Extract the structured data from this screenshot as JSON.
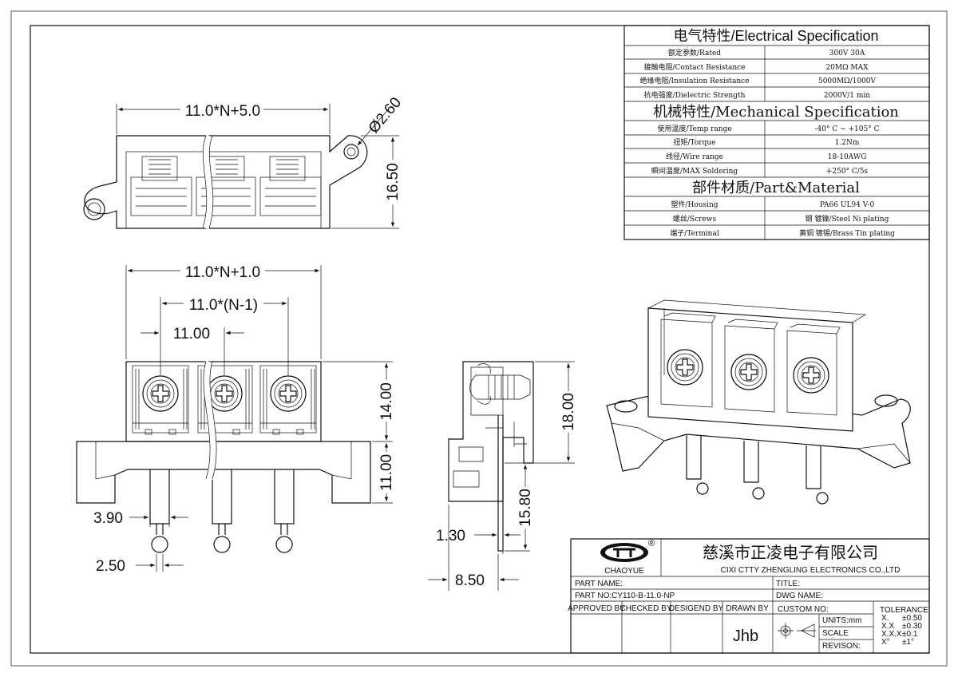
{
  "spec": {
    "electrical_title": "电气特性/Electrical Specification",
    "electrical": [
      {
        "label": "额定参数/Rated",
        "value": "300V   30A"
      },
      {
        "label": "接触电阻/Contact Resistance",
        "value": "20MΩ MAX"
      },
      {
        "label": "绝缘电阻/Insulation Resistance",
        "value": "5000MΩ/1000V"
      },
      {
        "label": "抗电强度/Dielectric Strength",
        "value": "2000V/1 min"
      }
    ],
    "mechanical_title": "机械特性/Mechanical Specification",
    "mechanical": [
      {
        "label": "使用温度/Temp range",
        "value": "-40° C ~ +105° C"
      },
      {
        "label": "扭矩/Torque",
        "value": "1.2Nm"
      },
      {
        "label": "线径/Wire range",
        "value": "18-10AWG"
      },
      {
        "label": "瞬间温度/MAX Soldering",
        "value": "+250° C/5s"
      }
    ],
    "material_title": "部件材质/Part&Material",
    "material": [
      {
        "label": "塑件/Housing",
        "value": "PA66 UL94 V-0"
      },
      {
        "label": "螺丝/Screws",
        "value": "钢 镀镍/Steel Ni plating"
      },
      {
        "label": "端子/Terminal",
        "value": "黄铜 镀锡/Brass Tin  plating"
      }
    ]
  },
  "dims": {
    "top_width": "11.0*N+5.0",
    "hole": "Ø2.60",
    "top_height": "16.50",
    "front_width": "11.0*N+1.0",
    "front_pitch_n": "11.0*(N-1)",
    "front_pitch": "11.00",
    "front_h1": "14.00",
    "front_h2": "11.00",
    "pin_w": "3.90",
    "pin_d": "2.50",
    "side_h": "18.00",
    "side_pin": "15.80",
    "side_t": "1.30",
    "side_w": "8.50"
  },
  "title_block": {
    "company_cn": "慈溪市正凌电子有限公司",
    "company_en": "CIXI CTTY ZHENGLING ELECTRONICS CO.,LTD",
    "logo_text": "CHAOYUE",
    "logo_mark": "®",
    "part_name_label": "PART NAME:",
    "title_label": "TITLE:",
    "part_no": "PART NO:CY110-B-11.0-NP",
    "dwg_name_label": "DWG NAME:",
    "approved_by": "APPROVED BY",
    "checked_by": "CHECKED BY",
    "designed_by": "DESIGEND BY",
    "drawn_by": "DRAWN BY",
    "drawn_by_value": "Jhb",
    "custom_no": "CUSTOM NO:",
    "units": "UNITS:mm",
    "scale": "SCALE",
    "revison": "REVISON:",
    "tolerance_title": "TOLERANCE",
    "tolerance": [
      {
        "k": "X.",
        "v": "±0.50"
      },
      {
        "k": "X.X",
        "v": "±0.30"
      },
      {
        "k": "X.X.X",
        "v": "±0.1"
      },
      {
        "k": "X°",
        "v": "±1°"
      }
    ]
  }
}
